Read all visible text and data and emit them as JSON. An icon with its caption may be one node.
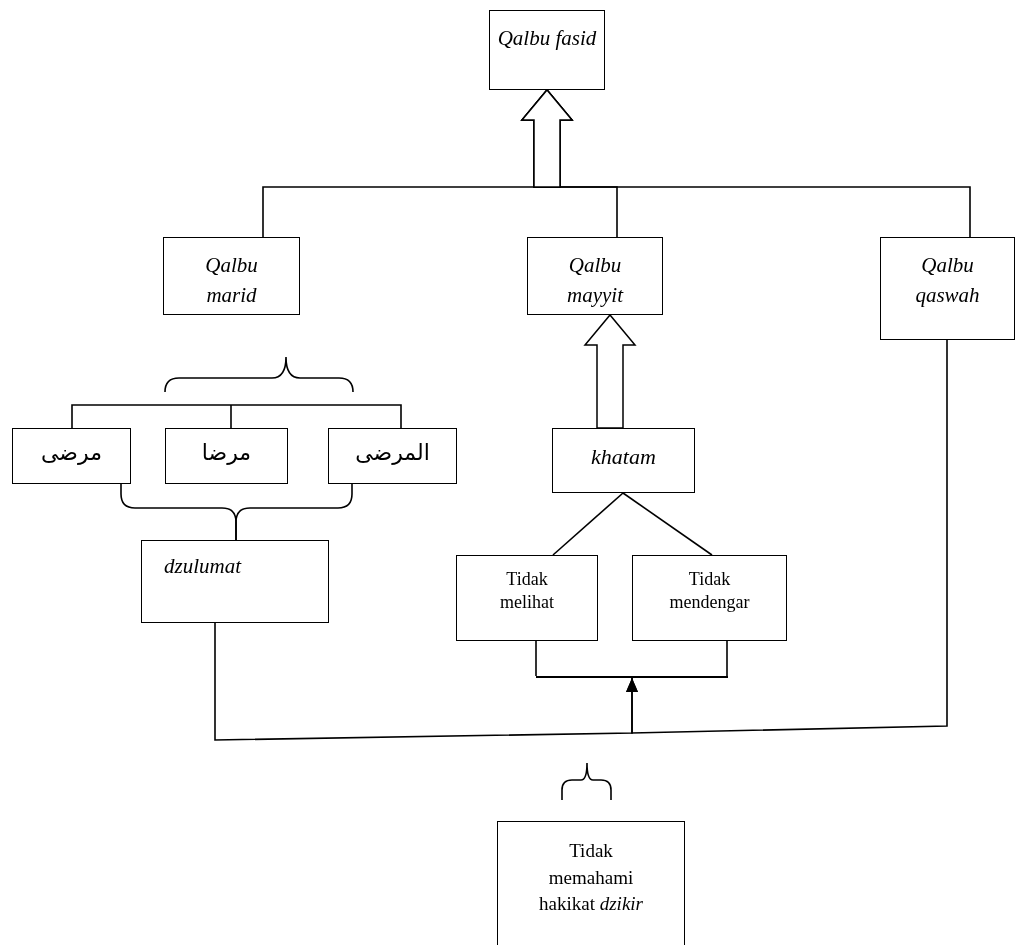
{
  "diagram": {
    "nodes": [
      {
        "text": [
          "Qalbu fasid"
        ]
      },
      {
        "text": [
          "Qalbu marid"
        ]
      },
      {
        "text": [
          "Qalbu mayyit"
        ]
      },
      {
        "text": [
          "Qalbu qaswah"
        ]
      },
      {
        "text": [
          "مرضى"
        ]
      },
      {
        "text": [
          "مرضا"
        ]
      },
      {
        "text": [
          "المرضى"
        ]
      },
      {
        "text": [
          "dzulumat"
        ]
      },
      {
        "text": [
          "khatam"
        ]
      },
      {
        "text": [
          "Tidak melihat"
        ]
      },
      {
        "text": [
          "Tidak mendengar"
        ]
      },
      {
        "text": [
          "Tidak memahami hakikat *dzikir*"
        ]
      },
      {
        "text": [],
        "shape": "bar"
      },
      {
        "text": [],
        "shape": "brace"
      }
    ],
    "edges": [
      {
        "from": 1,
        "to": 0,
        "arrow": "to"
      },
      {
        "from": 2,
        "to": 0,
        "arrow": "to"
      },
      {
        "from": 3,
        "to": 0,
        "arrow": "to"
      },
      {
        "from": 13,
        "to": 4,
        "arrow": "none"
      },
      {
        "from": 13,
        "to": 5,
        "arrow": "none"
      },
      {
        "from": 13,
        "to": 6,
        "arrow": "none"
      },
      {
        "from": 4,
        "to": 7,
        "arrow": "none"
      },
      {
        "from": 6,
        "to": 7,
        "arrow": "none"
      },
      {
        "from": 8,
        "to": 2,
        "arrow": "to"
      },
      {
        "from": 8,
        "to": 9,
        "arrow": "none"
      },
      {
        "from": 8,
        "to": 10,
        "arrow": "none"
      },
      {
        "from": 9,
        "to": 12,
        "arrow": "none"
      },
      {
        "from": 10,
        "to": 12,
        "arrow": "none"
      },
      {
        "from": 7,
        "to": 12,
        "arrow": "to"
      },
      {
        "from": 3,
        "to": 12,
        "arrow": "to"
      }
    ]
  }
}
